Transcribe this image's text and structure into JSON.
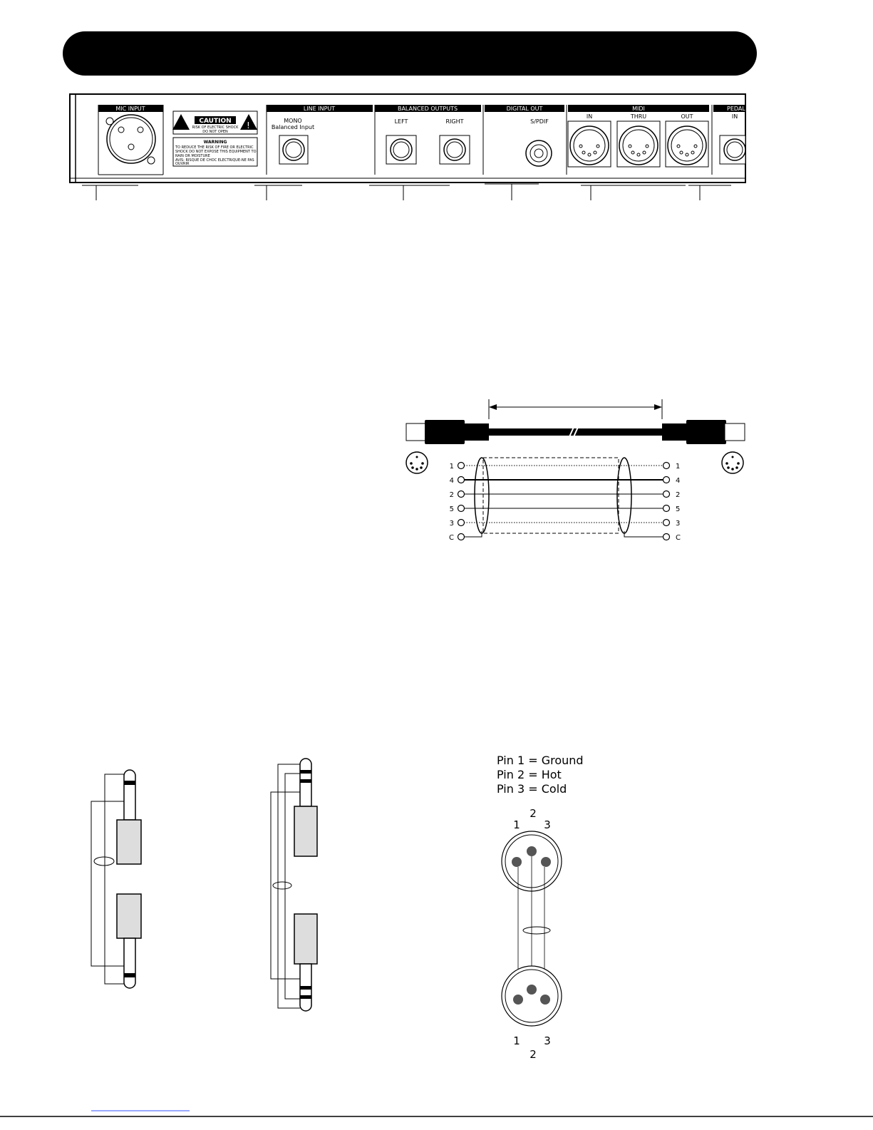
{
  "panel": {
    "sections": {
      "mic": {
        "title": "MIC INPUT"
      },
      "line": {
        "title": "LINE INPUT",
        "label1": "MONO",
        "label2": "Balanced Input"
      },
      "bal": {
        "title": "BALANCED OUTPUTS",
        "left": "LEFT",
        "right": "RIGHT"
      },
      "digital": {
        "title": "DIGITAL OUT",
        "label": "S/PDIF"
      },
      "midi": {
        "title": "MIDI",
        "in": "IN",
        "thru": "THRU",
        "out": "OUT"
      },
      "pedal": {
        "title": "PEDAL",
        "in": "IN"
      }
    },
    "caution": {
      "title": "CAUTION",
      "line1": "RISK OF ELECTRIC SHOCK",
      "line2": "DO NOT OPEN"
    },
    "warning": {
      "title": "WARNING",
      "line1": "TO REDUCE THE RISK OF FIRE OR ELECTRIC",
      "line2": "SHOCK DO NOT EXPOSE THIS EQUIPMENT TO",
      "line3": "RAIN OR MOISTURE",
      "line4": "AVIS: RISQUE DE CHOC ELECTRIQUE-NE PAS",
      "line5": "OUVRIR"
    }
  },
  "midi_cable": {
    "pins_left": [
      "1",
      "4",
      "2",
      "5",
      "3",
      "C"
    ],
    "pins_right": [
      "1",
      "4",
      "2",
      "5",
      "3",
      "C"
    ]
  },
  "xlr": {
    "legend": [
      "Pin 1 = Ground",
      "Pin 2 = Hot",
      "Pin 3 = Cold"
    ],
    "top": {
      "p1": "1",
      "p2": "2",
      "p3": "3"
    },
    "bottom": {
      "p1": "1",
      "p2": "2",
      "p3": "3"
    }
  }
}
